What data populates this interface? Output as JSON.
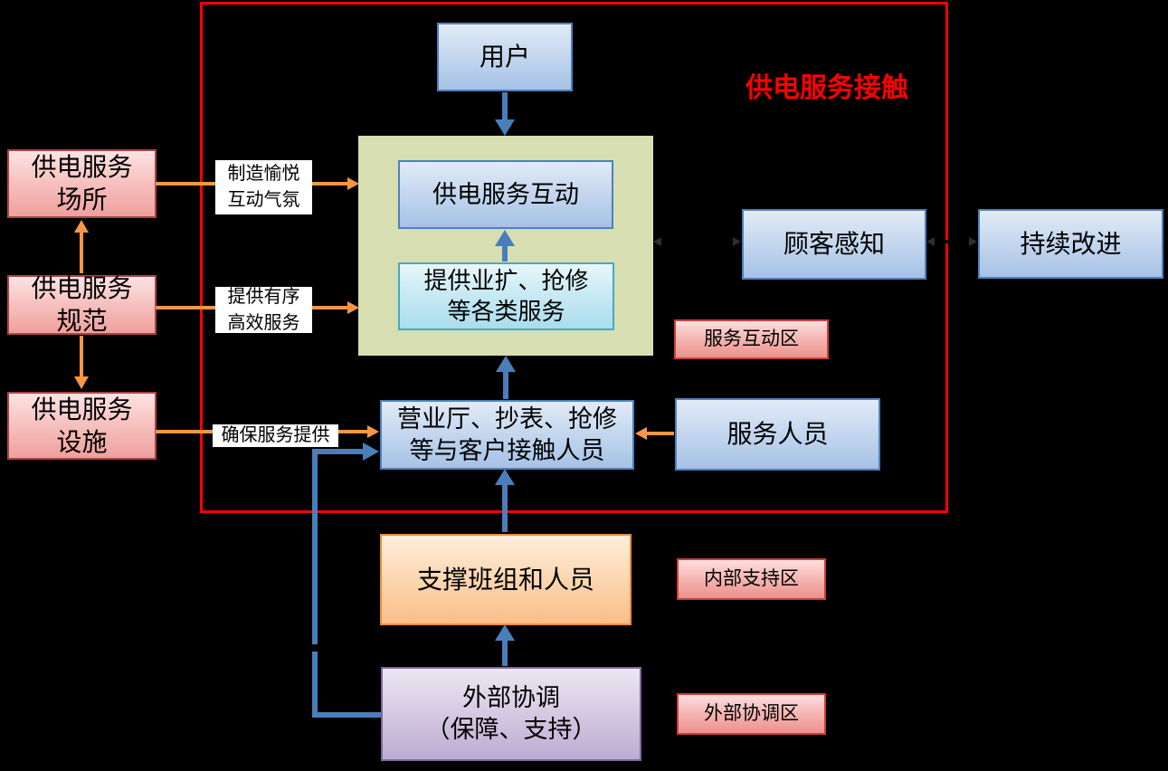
{
  "frame_title": "供电服务接触",
  "nodes": {
    "user": {
      "label": "用户"
    },
    "service_interaction": {
      "label": "供电服务互动"
    },
    "provide_services": {
      "line1": "提供业扩、抢修",
      "line2": "等各类服务"
    },
    "frontline_staff": {
      "line1": "营业厅、抄表、抢修",
      "line2": "等与客户接触人员"
    },
    "service_staff": {
      "label": "服务人员"
    },
    "customer_perception": {
      "label": "顾客感知"
    },
    "continuous_improvement": {
      "label": "持续改进"
    },
    "support_teams": {
      "label": "支撑班组和人员"
    },
    "external_coordination": {
      "line1": "外部协调",
      "line2": "（保障、支持）"
    },
    "service_place": {
      "line1": "供电服务",
      "line2": "场所"
    },
    "service_standard": {
      "line1": "供电服务",
      "line2": "规范"
    },
    "service_facility": {
      "line1": "供电服务",
      "line2": "设施"
    }
  },
  "edge_labels": {
    "pleasant_atmosphere": {
      "line1": "制造愉悦",
      "line2": "互动气氛"
    },
    "orderly_service": {
      "line1": "提供有序",
      "line2": "高效服务"
    },
    "ensure_service": {
      "label": "确保服务提供"
    }
  },
  "zone_labels": {
    "interaction_zone": "服务互动区",
    "internal_support_zone": "内部支持区",
    "external_coordination_zone": "外部协调区"
  },
  "colors": {
    "background": "#000000",
    "frame_border": "#FF0000",
    "title_text": "#FF0000",
    "green_panel": "#D6DEB2",
    "blue_arrow": "#4A7EBB",
    "orange_arrow": "#F79646",
    "blue_box_border": "#4E81BC",
    "cyan_box_border": "#45AAC5",
    "pink_box_border": "#A84643",
    "orange_box_border": "#EC8C3E",
    "purple_box_border": "#7E699F",
    "zone_label_border": "#C9403C"
  }
}
